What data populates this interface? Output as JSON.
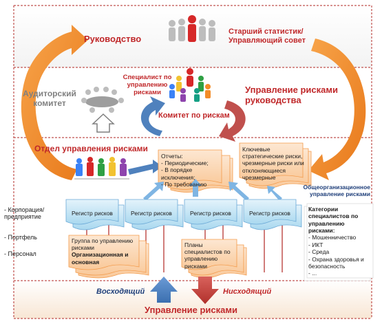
{
  "levels": {
    "top_left": "Руководство",
    "top_right": "Старший статистик/ Управляющий совет",
    "specialist": "Специалист по управлению рисками",
    "audit": "Аудиторский комитет",
    "risk_mgmt_leadership": "Управление рисками руководства",
    "risk_committee": "Комитет по рискам",
    "risk_dept": "Отдел управления рисками",
    "bottom_title": "Управление рисками",
    "ascending": "Восходящий",
    "descending": "Нисходящий"
  },
  "reports": {
    "title": "Отчеты:",
    "items": [
      "- Периодические;",
      "- В порядке исключения;",
      "- По требованию"
    ]
  },
  "key_risks": "Ключевые стратегические риски, чрезмерные риски или отклоняющиеся чрезмерные",
  "enterprise_risk": "Общеорганизационное управление рисками",
  "registers": [
    "Регистр рисков",
    "Регистр рисков",
    "Регистр рисков",
    "Регистр рисков"
  ],
  "left_levels": [
    "- Корпорация/ предприятие",
    "- Портфель",
    "- Персонал"
  ],
  "group_doc": {
    "line1": "Группа по управлению рисками",
    "line2": "Организационная и основная"
  },
  "plans_doc": "Планы специалистов по управлению рисками",
  "categories": {
    "title": "Категории специалистов по управлению рисками:",
    "items": [
      "- Мошенничество",
      "- ИКТ",
      "- Среда",
      "- Охрана здоровья и безопасность",
      "- ..."
    ]
  },
  "colors": {
    "red": "#c0282a",
    "orange": "#f28c28",
    "blue": "#4f81bd",
    "light_blue": "#bfe3f5",
    "doc_orange": "#fcd5b0",
    "band_red": "#c0504d"
  }
}
